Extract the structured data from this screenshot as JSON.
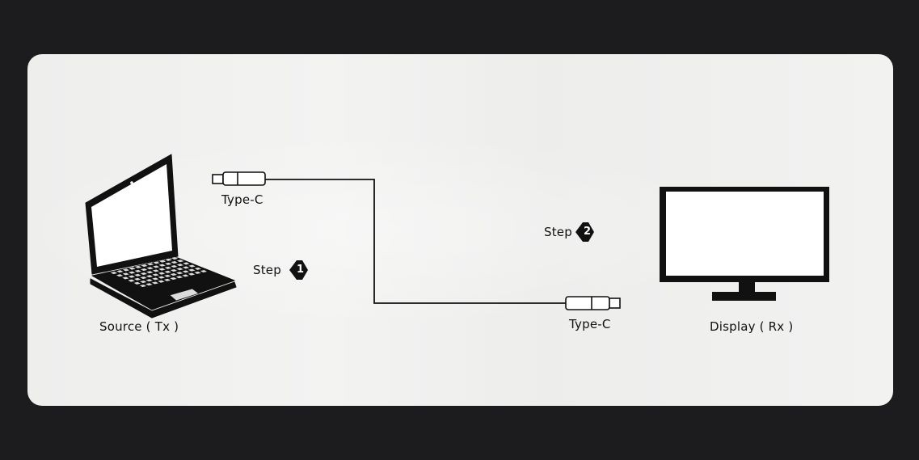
{
  "diagram": {
    "source_label": "Source ( Tx )",
    "display_label": "Display ( Rx )",
    "connector_left_label": "Type-C",
    "connector_right_label": "Type-C",
    "step1_label": "Step",
    "step1_number": "1",
    "step2_label": "Step",
    "step2_number": "2"
  }
}
